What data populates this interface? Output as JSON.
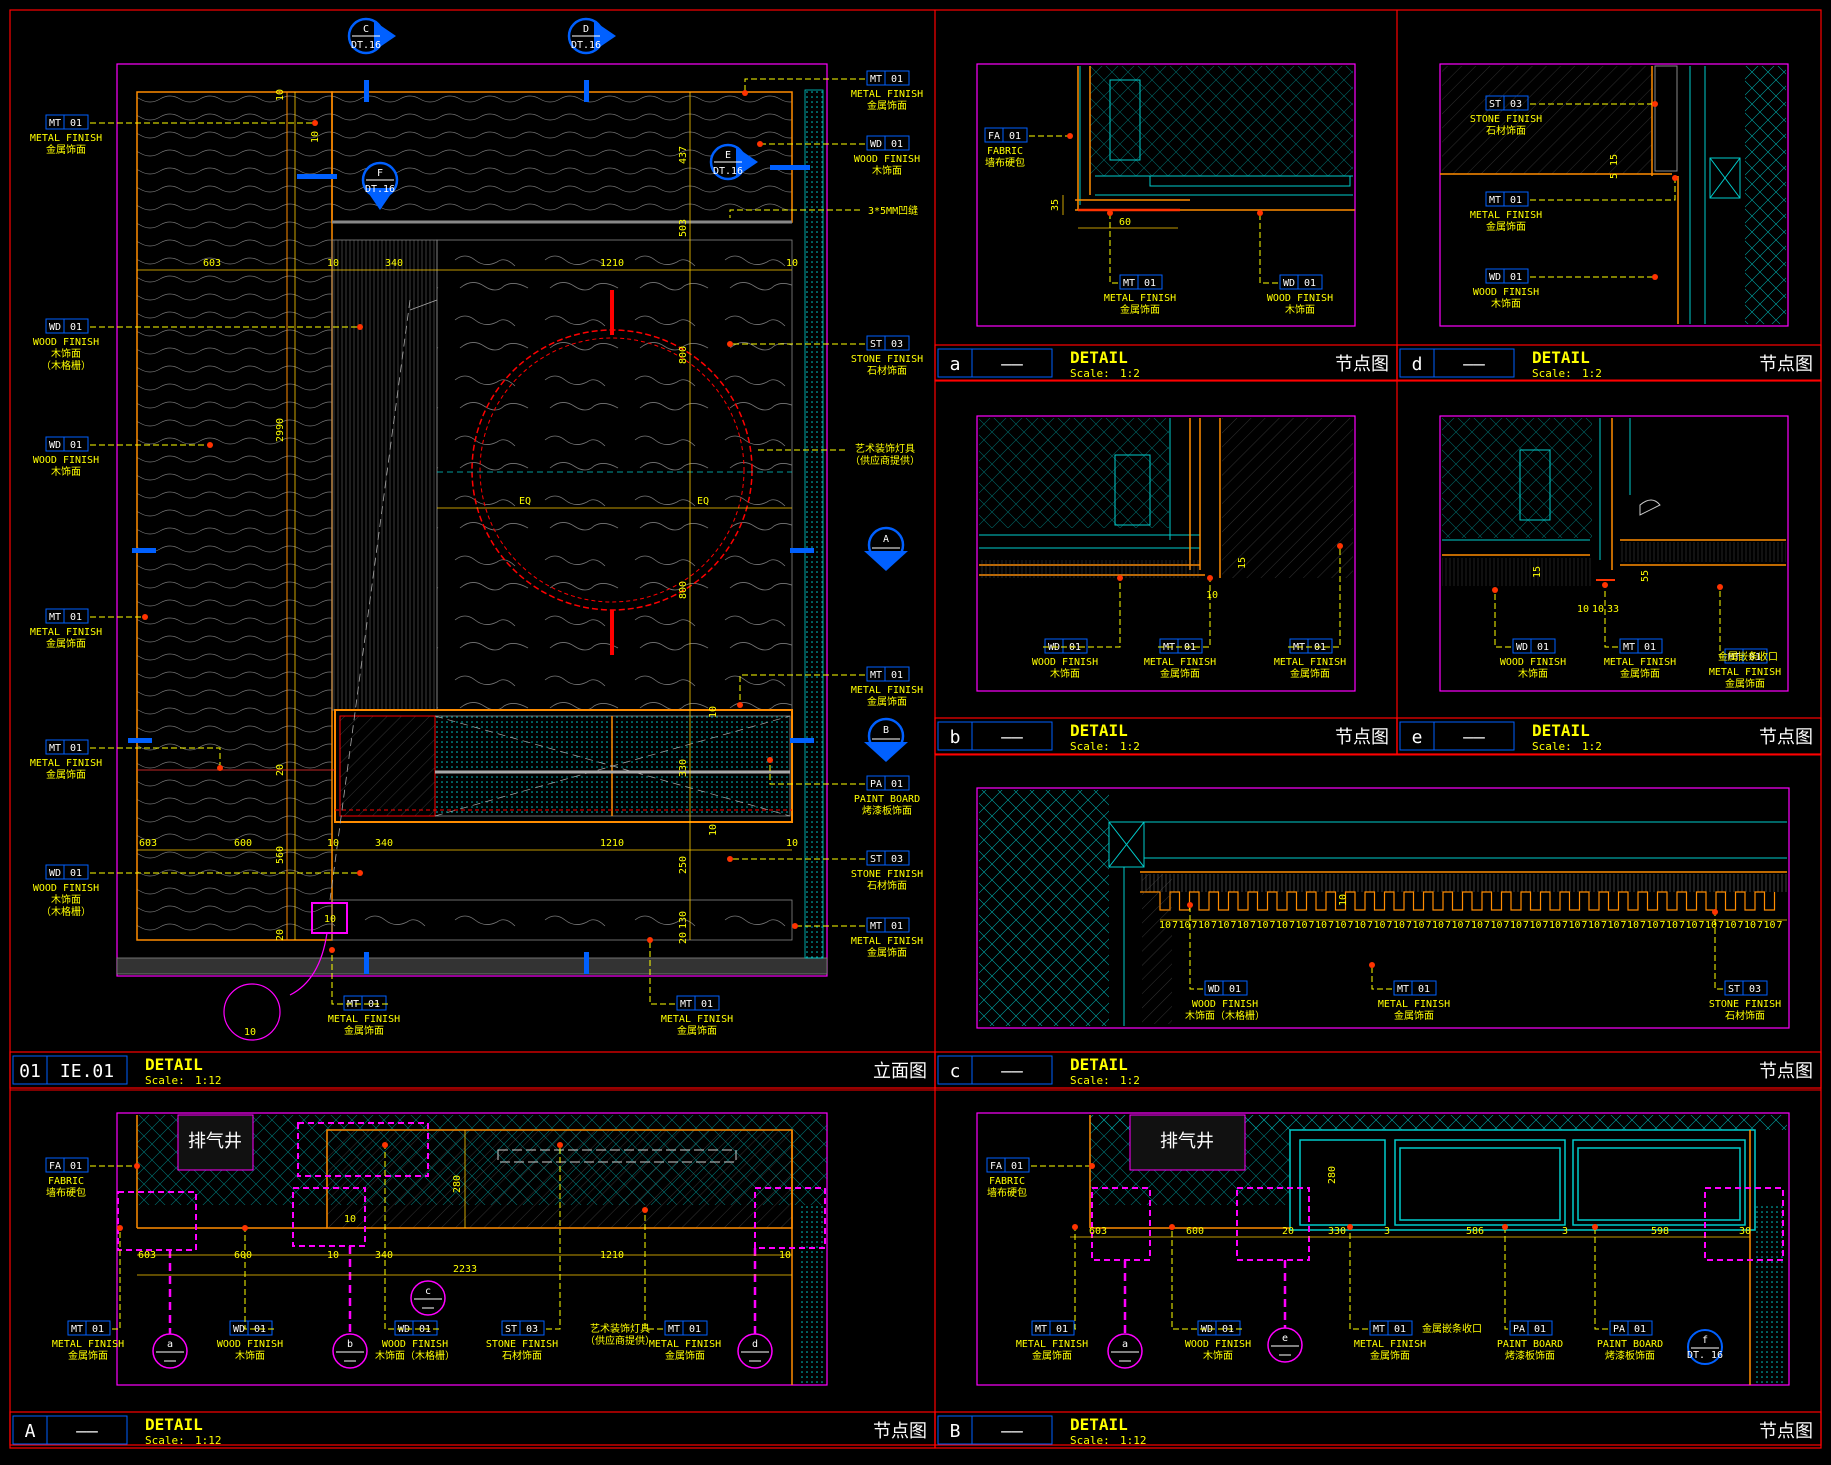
{
  "drawing": {
    "colors": {
      "frame": "#ff0000",
      "boundary": "#ff00ff",
      "text": "#ffff00",
      "structure": "#00ffff",
      "finish": "#ff8c00",
      "marker": "#0060ff"
    },
    "title_blocks": [
      {
        "id": "01",
        "code": "IE.01",
        "title": "DETAIL",
        "scale_label": "Scale:",
        "scale": "1:12",
        "cn": "立面图"
      },
      {
        "id": "a",
        "code": "——",
        "title": "DETAIL",
        "scale_label": "Scale:",
        "scale": "1:2",
        "cn": "节点图"
      },
      {
        "id": "b",
        "code": "——",
        "title": "DETAIL",
        "scale_label": "Scale:",
        "scale": "1:2",
        "cn": "节点图"
      },
      {
        "id": "c",
        "code": "——",
        "title": "DETAIL",
        "scale_label": "Scale:",
        "scale": "1:2",
        "cn": "节点图"
      },
      {
        "id": "d",
        "code": "——",
        "title": "DETAIL",
        "scale_label": "Scale:",
        "scale": "1:2",
        "cn": "节点图"
      },
      {
        "id": "e",
        "code": "——",
        "title": "DETAIL",
        "scale_label": "Scale:",
        "scale": "1:2",
        "cn": "节点图"
      },
      {
        "id": "A",
        "code": "——",
        "title": "DETAIL",
        "scale_label": "Scale:",
        "scale": "1:12",
        "cn": "节点图"
      },
      {
        "id": "B",
        "code": "——",
        "title": "DETAIL",
        "scale_label": "Scale:",
        "scale": "1:12",
        "cn": "节点图"
      }
    ],
    "callouts": {
      "elev": [
        {
          "code": "MT",
          "num": "01",
          "en": "METAL FINISH",
          "cn": "金属饰面"
        },
        {
          "code": "WD",
          "num": "01",
          "en": "WOOD FINISH",
          "cn": "木饰面",
          "cn2": "（木格栅）"
        },
        {
          "code": "WD",
          "num": "01",
          "en": "WOOD FINISH",
          "cn": "木饰面"
        },
        {
          "code": "MT",
          "num": "01",
          "en": "METAL FINISH",
          "cn": "金属饰面"
        },
        {
          "code": "MT",
          "num": "01",
          "en": "METAL FINISH",
          "cn": "金属饰面"
        },
        {
          "code": "WD",
          "num": "01",
          "en": "WOOD FINISH",
          "cn": "木饰面",
          "cn2": "（木格栅）"
        },
        {
          "code": "MT",
          "num": "01",
          "en": "METAL FINISH",
          "cn": "金属饰面"
        },
        {
          "code": "WD",
          "num": "01",
          "en": "WOOD FINISH",
          "cn": "木饰面"
        },
        {
          "code": "ST",
          "num": "03",
          "en": "STONE FINISH",
          "cn": "石材饰面"
        },
        {
          "code": "MT",
          "num": "01",
          "en": "METAL FINISH",
          "cn": "金属饰面"
        },
        {
          "code": "PA",
          "num": "01",
          "en": "PAINT BOARD",
          "cn": "烤漆板饰面"
        },
        {
          "code": "ST",
          "num": "03",
          "en": "STONE FINISH",
          "cn": "石材饰面"
        },
        {
          "code": "MT",
          "num": "01",
          "en": "METAL FINISH",
          "cn": "金属饰面"
        },
        {
          "code": "MT",
          "num": "01",
          "en": "METAL FINISH",
          "cn": "金属饰面"
        },
        {
          "code": "MT",
          "num": "01",
          "en": "METAL FINISH",
          "cn": "金属饰面"
        }
      ],
      "notes": {
        "groove": "3*5MM凹缝",
        "art_lamp": "艺术装饰灯具",
        "art_lamp2": "（供应商提供）",
        "metal_strip": "金属嵌条收口"
      },
      "a": [
        {
          "code": "FA",
          "num": "01",
          "en": "FABRIC",
          "cn": "墙布硬包"
        },
        {
          "code": "MT",
          "num": "01",
          "en": "METAL FINISH",
          "cn": "金属饰面"
        },
        {
          "code": "WD",
          "num": "01",
          "en": "WOOD FINISH",
          "cn": "木饰面"
        }
      ],
      "d": [
        {
          "code": "ST",
          "num": "03",
          "en": "STONE FINISH",
          "cn": "石材饰面"
        },
        {
          "code": "MT",
          "num": "01",
          "en": "METAL FINISH",
          "cn": "金属饰面"
        },
        {
          "code": "WD",
          "num": "01",
          "en": "WOOD FINISH",
          "cn": "木饰面"
        }
      ],
      "b": [
        {
          "code": "WD",
          "num": "01",
          "en": "WOOD FINISH",
          "cn": "木饰面"
        },
        {
          "code": "MT",
          "num": "01",
          "en": "METAL FINISH",
          "cn": "金属饰面"
        },
        {
          "code": "MT",
          "num": "01",
          "en": "METAL FINISH",
          "cn": "金属饰面"
        }
      ],
      "e": [
        {
          "code": "WD",
          "num": "01",
          "en": "WOOD FINISH",
          "cn": "木饰面"
        },
        {
          "code": "MT",
          "num": "01",
          "en": "METAL FINISH",
          "cn": "金属饰面"
        },
        {
          "code": "MT",
          "num": "01",
          "en": "METAL FINISH",
          "cn": "金属饰面"
        }
      ],
      "c": [
        {
          "code": "WD",
          "num": "01",
          "en": "WOOD FINISH",
          "cn": "木饰面（木格栅）"
        },
        {
          "code": "MT",
          "num": "01",
          "en": "METAL FINISH",
          "cn": "金属饰面"
        },
        {
          "code": "ST",
          "num": "03",
          "en": "STONE FINISH",
          "cn": "石材饰面"
        }
      ],
      "A": [
        {
          "code": "FA",
          "num": "01",
          "en": "FABRIC",
          "cn": "墙布硬包"
        },
        {
          "code": "MT",
          "num": "01",
          "en": "METAL FINISH",
          "cn": "金属饰面"
        },
        {
          "code": "WD",
          "num": "01",
          "en": "WOOD FINISH",
          "cn": "木饰面"
        },
        {
          "code": "WD",
          "num": "01",
          "en": "WOOD FINISH",
          "cn": "木饰面（木格栅）"
        },
        {
          "code": "ST",
          "num": "03",
          "en": "STONE FINISH",
          "cn": "石材饰面"
        },
        {
          "code": "MT",
          "num": "01",
          "en": "METAL FINISH",
          "cn": "金属饰面"
        }
      ],
      "B": [
        {
          "code": "FA",
          "num": "01",
          "en": "FABRIC",
          "cn": "墙布硬包"
        },
        {
          "code": "MT",
          "num": "01",
          "en": "METAL FINISH",
          "cn": "金属饰面"
        },
        {
          "code": "WD",
          "num": "01",
          "en": "WOOD FINISH",
          "cn": "木饰面"
        },
        {
          "code": "MT",
          "num": "01",
          "en": "METAL FINISH",
          "cn": "金属饰面"
        },
        {
          "code": "PA",
          "num": "01",
          "en": "PAINT BOARD",
          "cn": "烤漆板饰面"
        },
        {
          "code": "PA",
          "num": "01",
          "en": "PAINT BOARD",
          "cn": "烤漆板饰面"
        }
      ]
    },
    "markers": {
      "top": [
        {
          "letter": "C",
          "sheet": "DT.16"
        },
        {
          "letter": "D",
          "sheet": "DT.16"
        }
      ],
      "mid": [
        {
          "letter": "E",
          "sheet": "DT.16"
        },
        {
          "letter": "F",
          "sheet": "DT.16"
        }
      ],
      "side": [
        "A",
        "B"
      ],
      "plan_A": [
        "a",
        "b",
        "c",
        "d"
      ],
      "plan_B": [
        "a",
        "e"
      ],
      "plan_B_f": {
        "letter": "f",
        "sheet": "DT. 16"
      }
    },
    "elev_dims": {
      "top_row": [
        "603",
        "10",
        "340",
        "1210",
        "10"
      ],
      "bottom_row": [
        "603",
        "600",
        "10",
        "340",
        "1210",
        "10"
      ],
      "v_left": [
        "10",
        "10",
        "2990",
        "20",
        "560",
        "20"
      ],
      "v_right": [
        "437",
        "503",
        "800",
        "800",
        "10",
        "330",
        "10",
        "250",
        "130",
        "20"
      ],
      "circle": [
        "EQ",
        "EQ"
      ],
      "marker_small": "10"
    },
    "plan_A_dims": [
      "603",
      "600",
      "10",
      "340",
      "1210",
      "10",
      "2233",
      "280",
      "10"
    ],
    "plan_B_dims": [
      "603",
      "600",
      "20",
      "330",
      "3",
      "586",
      "3",
      "598",
      "30",
      "280"
    ],
    "shaft_label": "排气井",
    "detail_dims": {
      "a": [
        "35",
        "60"
      ],
      "b": [
        "15",
        "10"
      ],
      "d": [
        "15",
        "5"
      ],
      "e": [
        "15",
        "55",
        "10",
        "10",
        "33"
      ],
      "c": [
        "10",
        "7"
      ]
    }
  }
}
